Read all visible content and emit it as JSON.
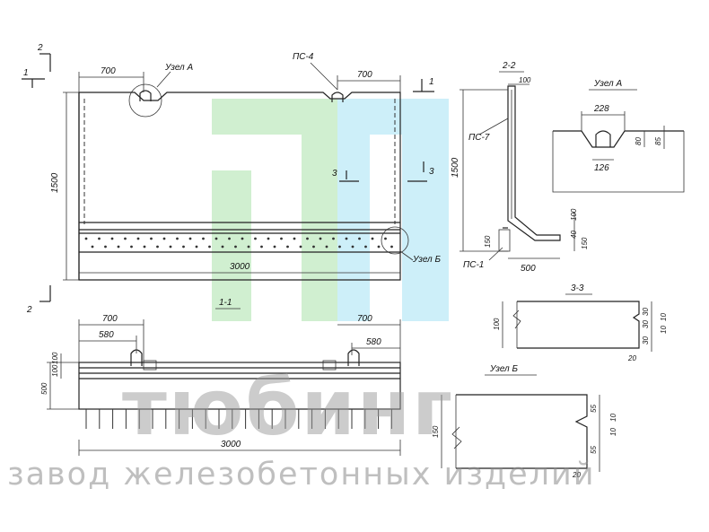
{
  "drawing": {
    "main_view": {
      "dim_top_left": "700",
      "dim_top_right": "700",
      "dim_height": "1500",
      "dim_length": "3000",
      "node_a_label": "Узел А",
      "node_b_label": "Узел Б",
      "ps4_label": "ПС-4",
      "cut_1": "1",
      "cut_2": "2",
      "cut_3": "3"
    },
    "section_2_2": {
      "title": "2-2",
      "dim_top": "100",
      "dim_height": "1500",
      "dim_100": "100",
      "dim_150": "150",
      "dim_150_left": "150",
      "dim_40": "40",
      "dim_500": "500",
      "ps7_label": "ПС-7",
      "ps1_label": "ПС-1"
    },
    "node_a": {
      "title": "Узел А",
      "dim_228": "228",
      "dim_126": "126",
      "dim_80": "80",
      "dim_85": "85"
    },
    "section_1_1": {
      "title": "1-1",
      "dim_700_left": "700",
      "dim_700_right": "700",
      "dim_580_left": "580",
      "dim_580_right": "580",
      "dim_500": "500",
      "dim_100": "100",
      "dim_100b": "100",
      "dim_3000": "3000"
    },
    "section_3_3": {
      "title": "3-3",
      "dim_100": "100",
      "dim_30a": "30",
      "dim_30b": "30",
      "dim_30c": "30",
      "dim_10a": "10",
      "dim_10b": "10",
      "dim_20": "20"
    },
    "node_b": {
      "title": "Узел Б",
      "dim_150": "150",
      "dim_55a": "55",
      "dim_55b": "55",
      "dim_10a": "10",
      "dim_10b": "10",
      "dim_20": "20"
    }
  },
  "watermark": {
    "brand": "тюбинг",
    "subtitle": "завод железобетонных изделий",
    "logo_green": "#c8ecc8",
    "logo_blue": "#c4ecf8"
  }
}
